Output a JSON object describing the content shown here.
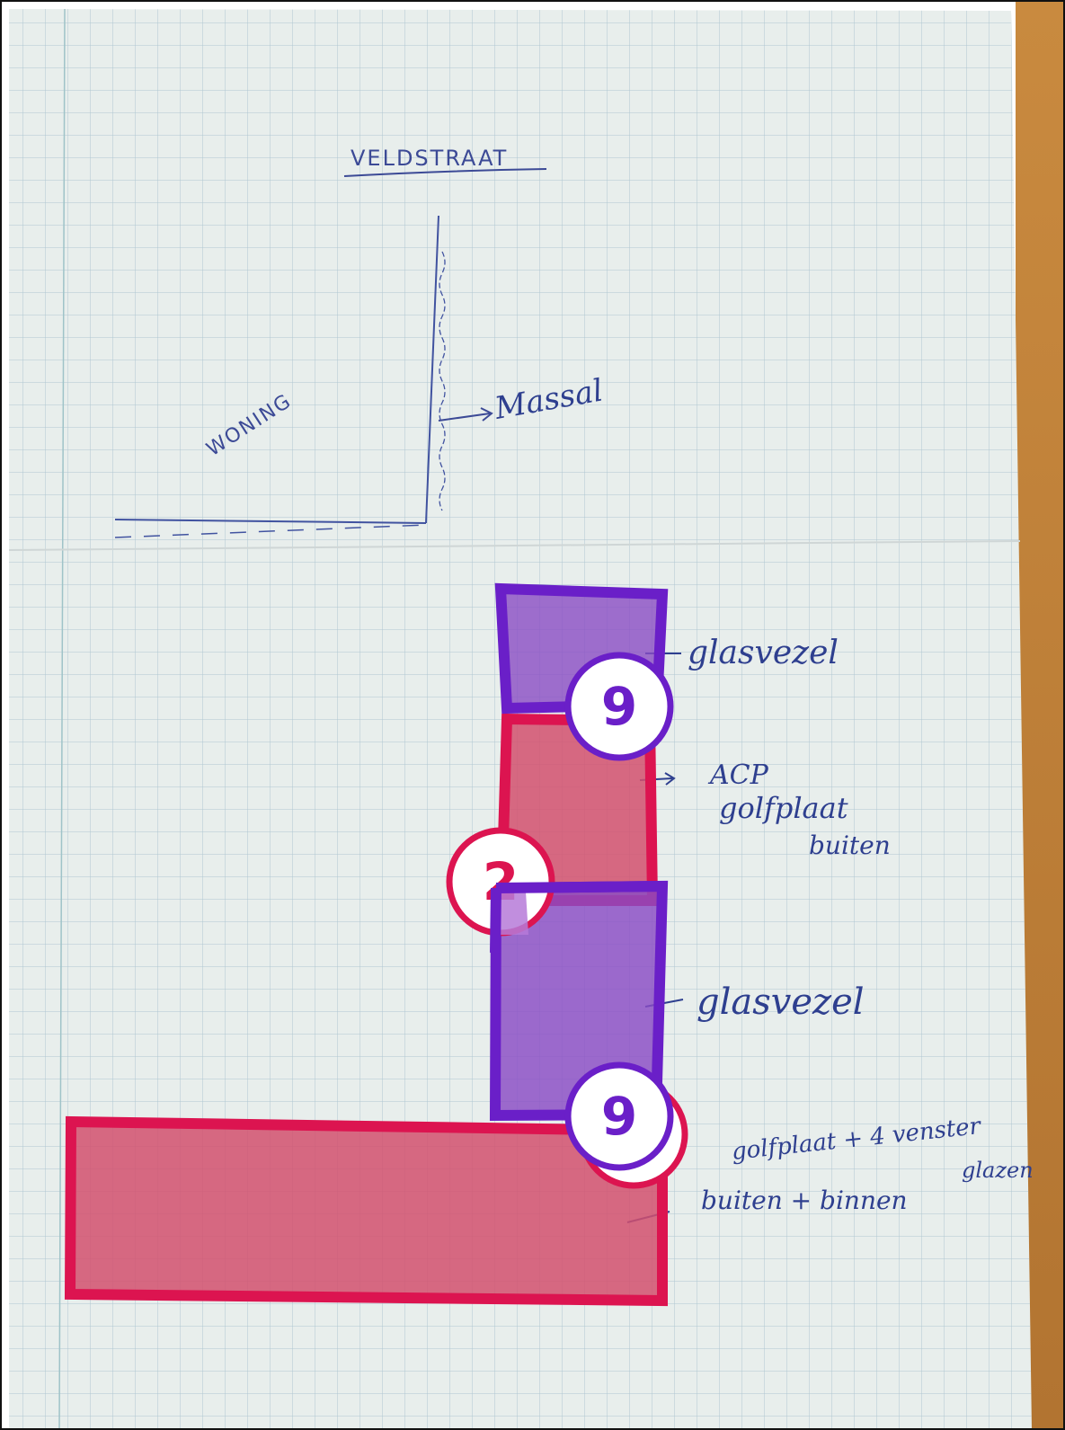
{
  "sketch": {
    "street_label": "VELDSTRAAT",
    "house_label": "WONING",
    "wall_label": "Massal"
  },
  "annotations": {
    "a1": "glasvezel",
    "a2_line1": "ACP",
    "a2_line2": "golfplaat",
    "a2_line3": "buiten",
    "a3": "glasvezel",
    "a4_line1": "golfplaat + 4 venster",
    "a4_line2": "glazen",
    "a4_line3": "buiten + binnen"
  },
  "badges": {
    "b1": "9",
    "b2": "2",
    "b3": "9"
  },
  "colors": {
    "purple": "#6a1fc8",
    "purple_fill": "#8a4cc4",
    "red": "#dc1450",
    "red_fill": "#d2506e",
    "ink": "#2e3f8f"
  }
}
